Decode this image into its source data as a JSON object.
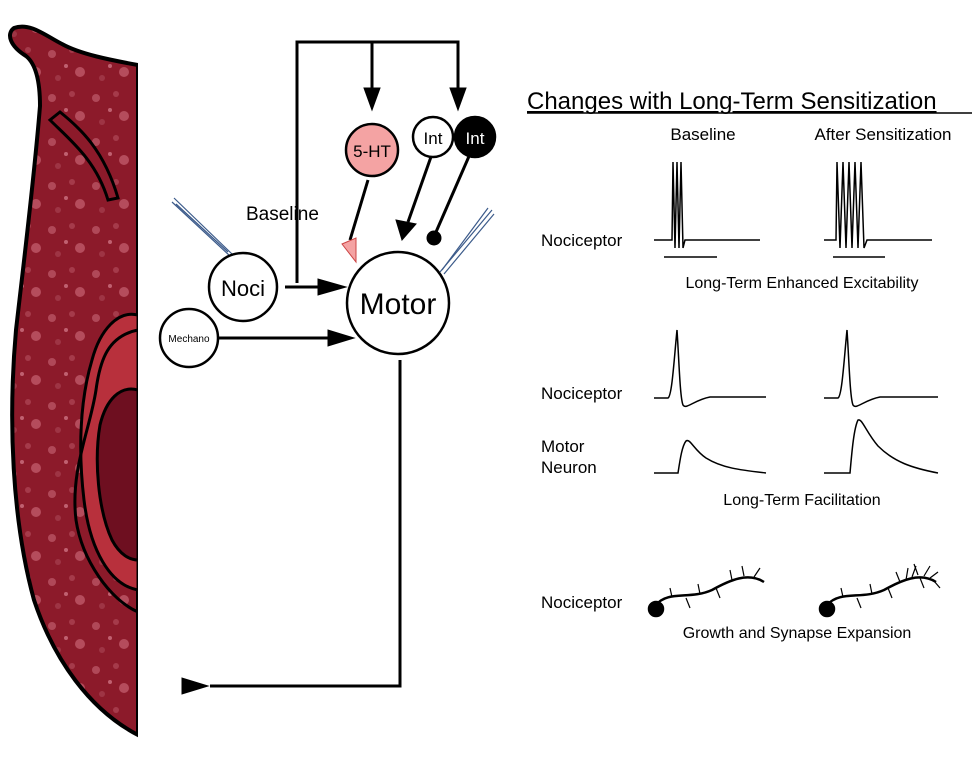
{
  "title": "Changes with Long-Term Sensitization",
  "columns": {
    "baseline": "Baseline",
    "after": "After Sensitization"
  },
  "circuit": {
    "baseline_label": "Baseline",
    "neurons": {
      "noci": "Noci",
      "motor": "Motor",
      "mechano": "Mechano",
      "serotonin": "5-HT",
      "int_white": "Int",
      "int_black": "Int"
    }
  },
  "rows": {
    "row1_label": "Nociceptor",
    "row1_caption": "Long-Term Enhanced Excitability",
    "row2_label": "Nociceptor",
    "row3_label_line1": "Motor",
    "row3_label_line2": "Neuron",
    "row2_caption": "Long-Term Facilitation",
    "row4_label": "Nociceptor",
    "row4_caption": "Growth and Synapse Expansion"
  },
  "colors": {
    "slug_body": "#8c1a2a",
    "slug_inner": "#b8303c",
    "slug_cavity": "#6e0f20",
    "serotonin_fill": "#f4a3a3",
    "ink": "#000000"
  }
}
